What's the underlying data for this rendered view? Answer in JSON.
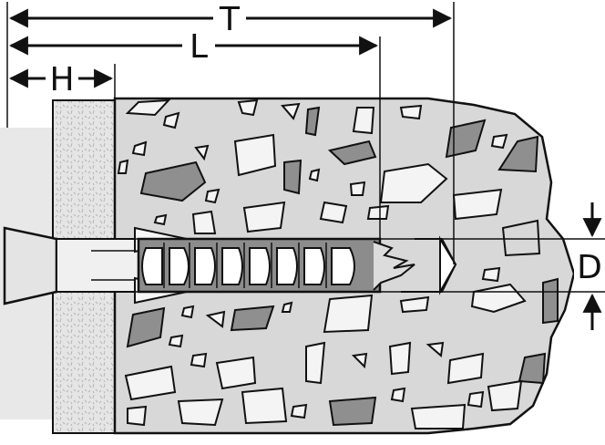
{
  "labels": {
    "total_length": "T",
    "anchor_length": "L",
    "fixture_thickness": "H",
    "drill_diameter": "D"
  },
  "colors": {
    "background": "#ffffff",
    "plaster": "#e6e6e6",
    "concrete": "#d9d9d9",
    "outline": "#111111",
    "aggregate_light": "#f2f2f2",
    "aggregate_dark": "#8f8f8f",
    "screw": "#cfcfcf",
    "sleeve": "#8c8c8c"
  }
}
